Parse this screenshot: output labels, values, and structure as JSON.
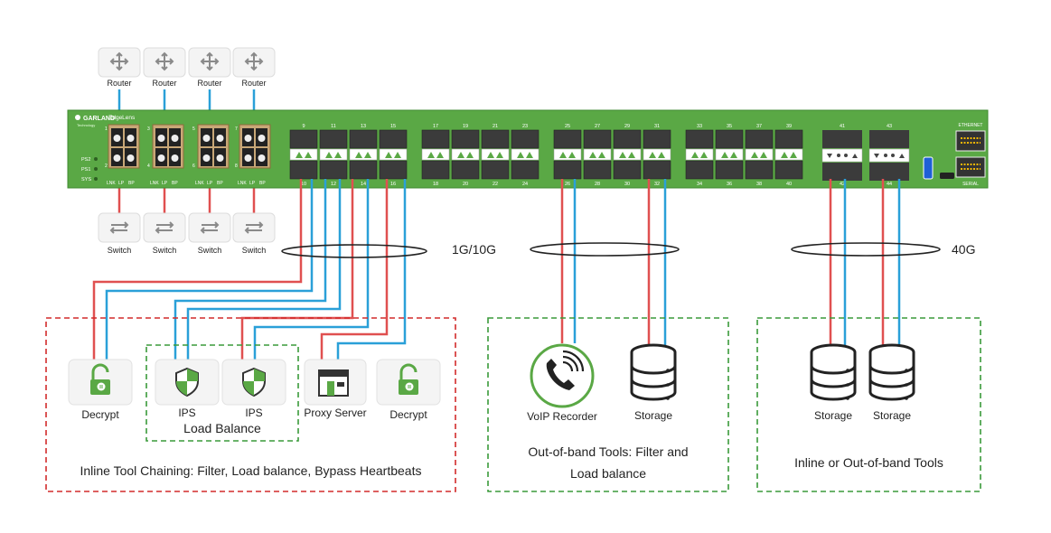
{
  "devices": {
    "router_label": "Router",
    "switch_label": "Switch",
    "top_routers": [
      "Router",
      "Router",
      "Router",
      "Router"
    ],
    "bottom_switches": [
      "Switch",
      "Switch",
      "Switch",
      "Switch"
    ]
  },
  "chassis": {
    "brand": "GARLAND",
    "brand_sub": "Technology",
    "product": "EdgeLens",
    "status_leds": [
      "PS2",
      "PS1",
      "SYS"
    ],
    "bypass_leds": [
      "LNK",
      "LP",
      "BP"
    ],
    "bypass_port_pairs": [
      [
        "1",
        "2"
      ],
      [
        "3",
        "4"
      ],
      [
        "5",
        "6"
      ],
      [
        "7",
        "8"
      ]
    ],
    "port_groups": [
      {
        "top": [
          "9",
          "11",
          "13",
          "15"
        ],
        "bottom": [
          "10",
          "12",
          "14",
          "16"
        ]
      },
      {
        "top": [
          "17",
          "19",
          "21",
          "23"
        ],
        "bottom": [
          "18",
          "20",
          "22",
          "24"
        ]
      },
      {
        "top": [
          "25",
          "27",
          "29",
          "31"
        ],
        "bottom": [
          "26",
          "28",
          "30",
          "32"
        ]
      },
      {
        "top": [
          "33",
          "35",
          "37",
          "39"
        ],
        "bottom": [
          "34",
          "36",
          "38",
          "40"
        ]
      }
    ],
    "qsfp_ports": [
      {
        "top": "41",
        "bottom": "42"
      },
      {
        "top": "43",
        "bottom": "44"
      }
    ],
    "ethernet_label": "ETHERNET",
    "serial_label": "SERIAL"
  },
  "speeds": {
    "left": "1G/10G",
    "right": "40G"
  },
  "groups": {
    "inline": {
      "caption": "Inline Tool Chaining: Filter, Load balance, Bypass Heartbeats",
      "tools": [
        "Decrypt",
        "IPS",
        "IPS",
        "Proxy Server",
        "Decrypt"
      ],
      "load_balance_caption": "Load Balance"
    },
    "oob": {
      "caption_line1": "Out-of-band Tools: Filter and",
      "caption_line2": "Load balance",
      "tools": [
        "VoIP Recorder",
        "Storage"
      ]
    },
    "mixed": {
      "caption": "Inline or Out-of-band Tools",
      "tools": [
        "Storage",
        "Storage"
      ]
    }
  },
  "colors": {
    "chassis_green": "#5aa845",
    "link_red": "#e05050",
    "link_blue": "#2aa0d8",
    "inline_box": "#d22b2b",
    "tool_box": "#3a9a3a"
  }
}
